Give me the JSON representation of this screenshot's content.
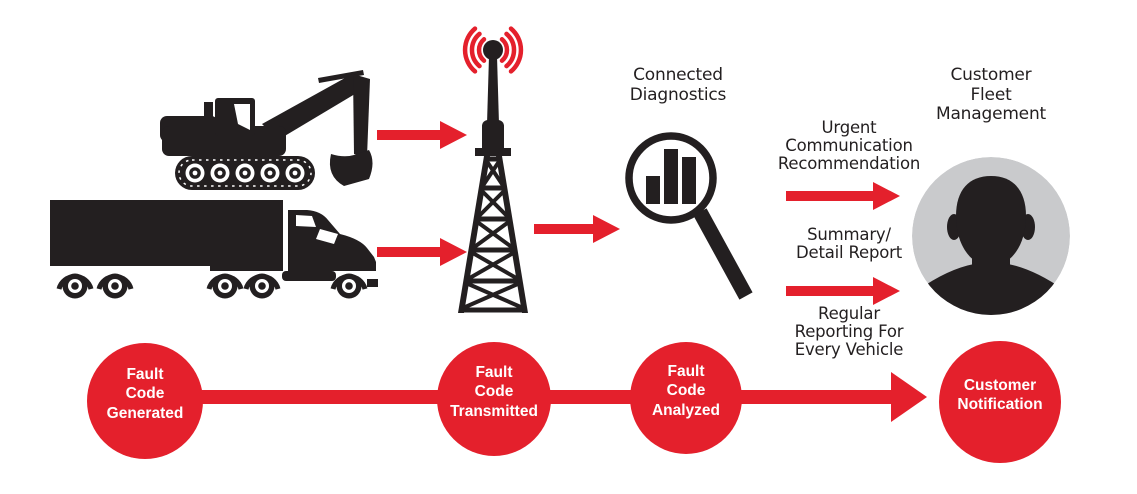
{
  "colors": {
    "background": "#ffffff",
    "red": "#e4202c",
    "ink": "#231f20",
    "gray": "#c9cacc",
    "circle_text": "#ffffff"
  },
  "labels": {
    "connected_diagnostics": "Connected\nDiagnostics",
    "urgent_communication": "Urgent\nCommunication\nRecommendation",
    "summary_detail": "Summary/\nDetail Report",
    "regular_reporting": "Regular\nReporting For\nEvery Vehicle",
    "customer_fleet": "Customer\nFleet\nManagement"
  },
  "timeline": {
    "stages": [
      {
        "id": "fault-code-generated",
        "label": "Fault\nCode\nGenerated"
      },
      {
        "id": "fault-code-transmitted",
        "label": "Fault\nCode\nTransmitted"
      },
      {
        "id": "fault-code-analyzed",
        "label": "Fault\nCode\nAnalyzed"
      },
      {
        "id": "customer-notification",
        "label": "Customer\nNotification"
      }
    ]
  },
  "icons": {
    "excavator": "excavator-icon",
    "semi_truck": "semi-truck-icon",
    "cell_tower": "cell-tower-icon",
    "signal_waves": "signal-waves-icon",
    "magnifier_chart": "magnifier-bar-chart-icon",
    "person_avatar": "person-avatar-icon"
  }
}
